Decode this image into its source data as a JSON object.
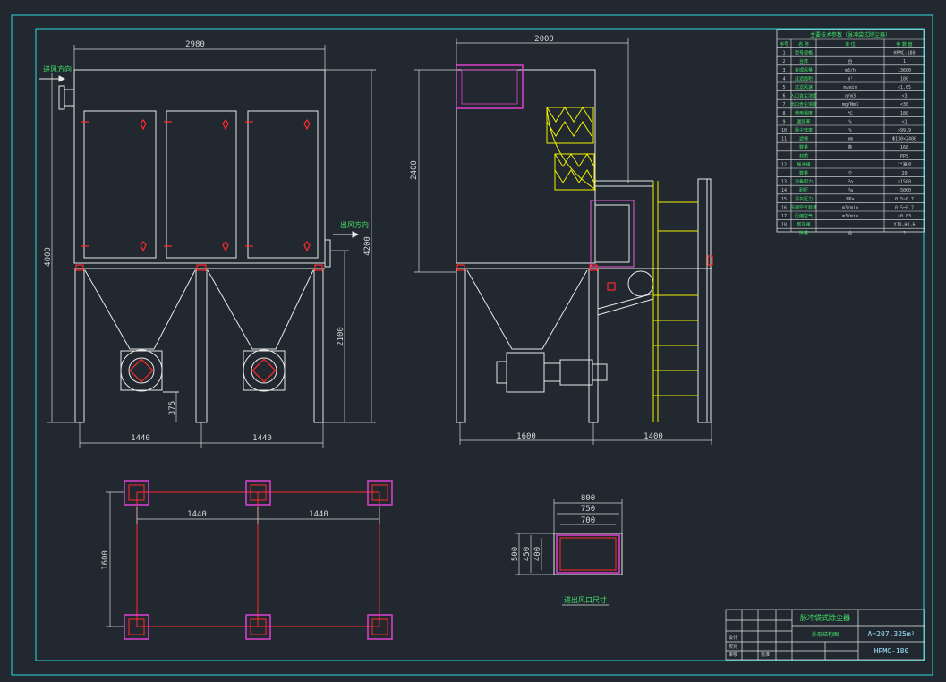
{
  "front_view": {
    "dim_total_width": "2980",
    "dim_height_total": "4000",
    "dim_height_4200": "4200",
    "dim_height_2100": "2100",
    "dim_outlet_375": "375",
    "dim_bay_left": "1440",
    "dim_bay_right": "1440",
    "label_inlet": "进风方向",
    "label_outlet": "出风方向"
  },
  "side_view": {
    "dim_top_width": "2000",
    "dim_upper_height": "2400",
    "dim_base_left": "1600",
    "dim_base_right": "1400"
  },
  "plan_view": {
    "dim_span_left": "1440",
    "dim_span_right": "1440",
    "dim_depth": "1600"
  },
  "outlet_detail": {
    "dim_w800": "800",
    "dim_w750": "750",
    "dim_w700": "700",
    "dim_h500": "500",
    "dim_h450": "450",
    "dim_h400": "400",
    "caption": "进出风口尺寸"
  },
  "param_table": {
    "title": "主要技术参数（脉冲袋式除尘器）",
    "header": [
      "序号",
      "名 称",
      "单 位",
      "参 数 值"
    ],
    "rows": [
      {
        "no": "1",
        "name": "型号规格",
        "unit": "",
        "value": "HPMC-180"
      },
      {
        "no": "2",
        "name": "台数",
        "unit": "台",
        "value": "1"
      },
      {
        "no": "3",
        "name": "处理风量",
        "unit": "m3/h",
        "value": "13600"
      },
      {
        "no": "4",
        "name": "过滤面积",
        "unit": "m²",
        "value": "180"
      },
      {
        "no": "5",
        "name": "过滤风速",
        "unit": "m/min",
        "value": "<1.05"
      },
      {
        "no": "6",
        "name": "入口含尘浓度",
        "unit": "g/m3",
        "value": "<3"
      },
      {
        "no": "7",
        "name": "出口含尘浓度",
        "unit": "mg/Nm3",
        "value": "<30"
      },
      {
        "no": "8",
        "name": "使用温度",
        "unit": "℃",
        "value": "180"
      },
      {
        "no": "9",
        "name": "漏风率",
        "unit": "%",
        "value": "<1"
      },
      {
        "no": "10",
        "name": "除尘效率",
        "unit": "%",
        "value": ">99.9"
      },
      {
        "no": "11",
        "name": "滤袋",
        "unit": "mm",
        "value": "Φ130×2400"
      },
      {
        "no": "",
        "name": "数量",
        "unit": "条",
        "value": "168"
      },
      {
        "no": "",
        "name": "材质",
        "unit": "",
        "value": "PPS"
      },
      {
        "no": "12",
        "name": "脉冲阀",
        "unit": "",
        "value": "1\"淹没"
      },
      {
        "no": "",
        "name": "数量",
        "unit": "个",
        "value": "20"
      },
      {
        "no": "13",
        "name": "设备阻力",
        "unit": "Pa",
        "value": "<1500"
      },
      {
        "no": "14",
        "name": "耐压",
        "unit": "Pa",
        "value": "-5000"
      },
      {
        "no": "15",
        "name": "清灰压力",
        "unit": "MPa",
        "value": "0.5~0.7"
      },
      {
        "no": "16",
        "name": "压缩空气耗量",
        "unit": "m3/min",
        "value": "0.5~0.7"
      },
      {
        "no": "17",
        "name": "压缩空气",
        "unit": "m3/min",
        "value": "~0.03"
      },
      {
        "no": "18",
        "name": "卸灰阀",
        "unit": "",
        "value": "YJD-HX-6"
      },
      {
        "no": "",
        "name": "数量",
        "unit": "台",
        "value": "2"
      }
    ]
  },
  "title_block": {
    "company": "脉冲袋式除尘器",
    "drawing_name": "外形结构图",
    "area_text": "A=207.325m²",
    "model": "HPMC-180",
    "row_labels": [
      "设计",
      "校对",
      "审核",
      "批准"
    ]
  },
  "colors": {
    "background": "#212830",
    "frame": "#2fd8d8",
    "line": "#e8e8e8",
    "dimension": "#d7d7d7",
    "red": "#ff2a2a",
    "magenta": "#e040d0",
    "yellow": "#f2f000",
    "green": "#44e36a"
  }
}
